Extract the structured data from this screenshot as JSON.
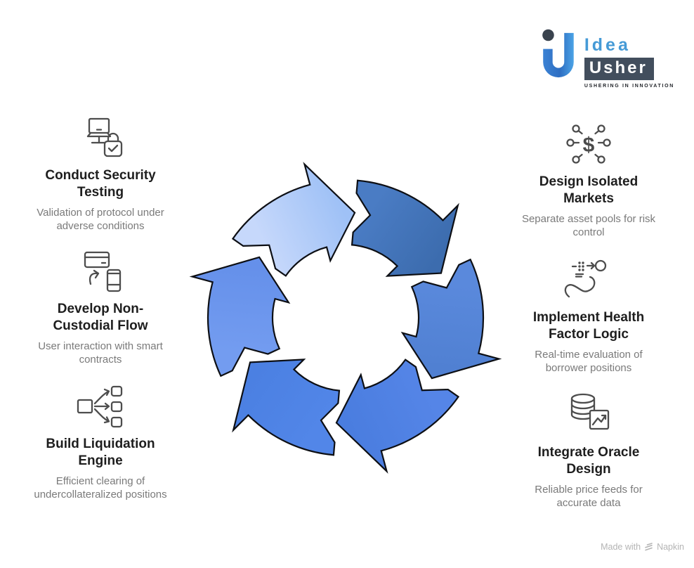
{
  "logo": {
    "brand_top": "Idea",
    "brand_bottom": "Usher",
    "tagline": "USHERING IN INNOVATION"
  },
  "left_items": [
    {
      "icon": "security-testing-icon",
      "title": "Conduct Security Testing",
      "description": "Validation of protocol under adverse conditions"
    },
    {
      "icon": "non-custodial-icon",
      "title": "Develop Non-Custodial Flow",
      "description": "User interaction with smart contracts"
    },
    {
      "icon": "liquidation-icon",
      "title": "Build Liquidation Engine",
      "description": "Efficient clearing of undercollateralized positions"
    }
  ],
  "right_items": [
    {
      "icon": "isolated-markets-icon",
      "title": "Design Isolated Markets",
      "description": "Separate asset pools for risk control"
    },
    {
      "icon": "health-factor-icon",
      "title": "Implement Health Factor Logic",
      "description": "Real-time evaluation of borrower positions"
    },
    {
      "icon": "oracle-icon",
      "title": "Integrate Oracle Design",
      "description": "Reliable price feeds for accurate data"
    }
  ],
  "cycle": {
    "type": "cycle-arrows",
    "direction": "clockwise",
    "stroke": "#0d0f14",
    "segments": [
      {
        "name": "segment-top-left",
        "tip_angle": 5,
        "color_start": "#c6d8fb",
        "color_end": "#9fc1f6"
      },
      {
        "name": "segment-top-right",
        "tip_angle": 65,
        "color_start": "#4a7cc4",
        "color_end": "#3c6cae"
      },
      {
        "name": "segment-right",
        "tip_angle": 125,
        "color_start": "#5a89dc",
        "color_end": "#5080d2"
      },
      {
        "name": "segment-bottom-right",
        "tip_angle": 185,
        "color_start": "#5585e7",
        "color_end": "#4a7ddf"
      },
      {
        "name": "segment-bottom-left",
        "tip_angle": 245,
        "color_start": "#5286e8",
        "color_end": "#4b80e2"
      },
      {
        "name": "segment-left",
        "tip_angle": 305,
        "color_start": "#739cf0",
        "color_end": "#6590ea"
      }
    ]
  },
  "footer": {
    "made_with": "Made with",
    "brand": "Napkin"
  }
}
